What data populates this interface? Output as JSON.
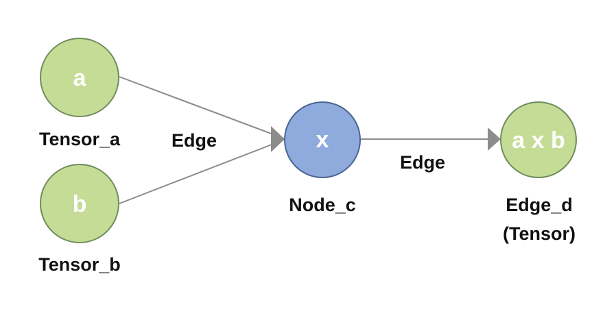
{
  "colors": {
    "tensor_fill": "#c5dc96",
    "tensor_stroke": "#6f8d5c",
    "op_fill": "#8faadc",
    "op_stroke": "#4a6593",
    "edge": "#8c8c8c",
    "text": "#111111"
  },
  "nodes": {
    "tensor_a": {
      "symbol": "a",
      "caption": "Tensor_a"
    },
    "tensor_b": {
      "symbol": "b",
      "caption": "Tensor_b"
    },
    "node_c": {
      "symbol": "x",
      "caption": "Node_c"
    },
    "edge_d": {
      "symbol": "a x b",
      "caption_line1": "Edge_d",
      "caption_line2": "(Tensor)"
    }
  },
  "edges": {
    "input_edge_label": "Edge",
    "output_edge_label": "Edge"
  }
}
